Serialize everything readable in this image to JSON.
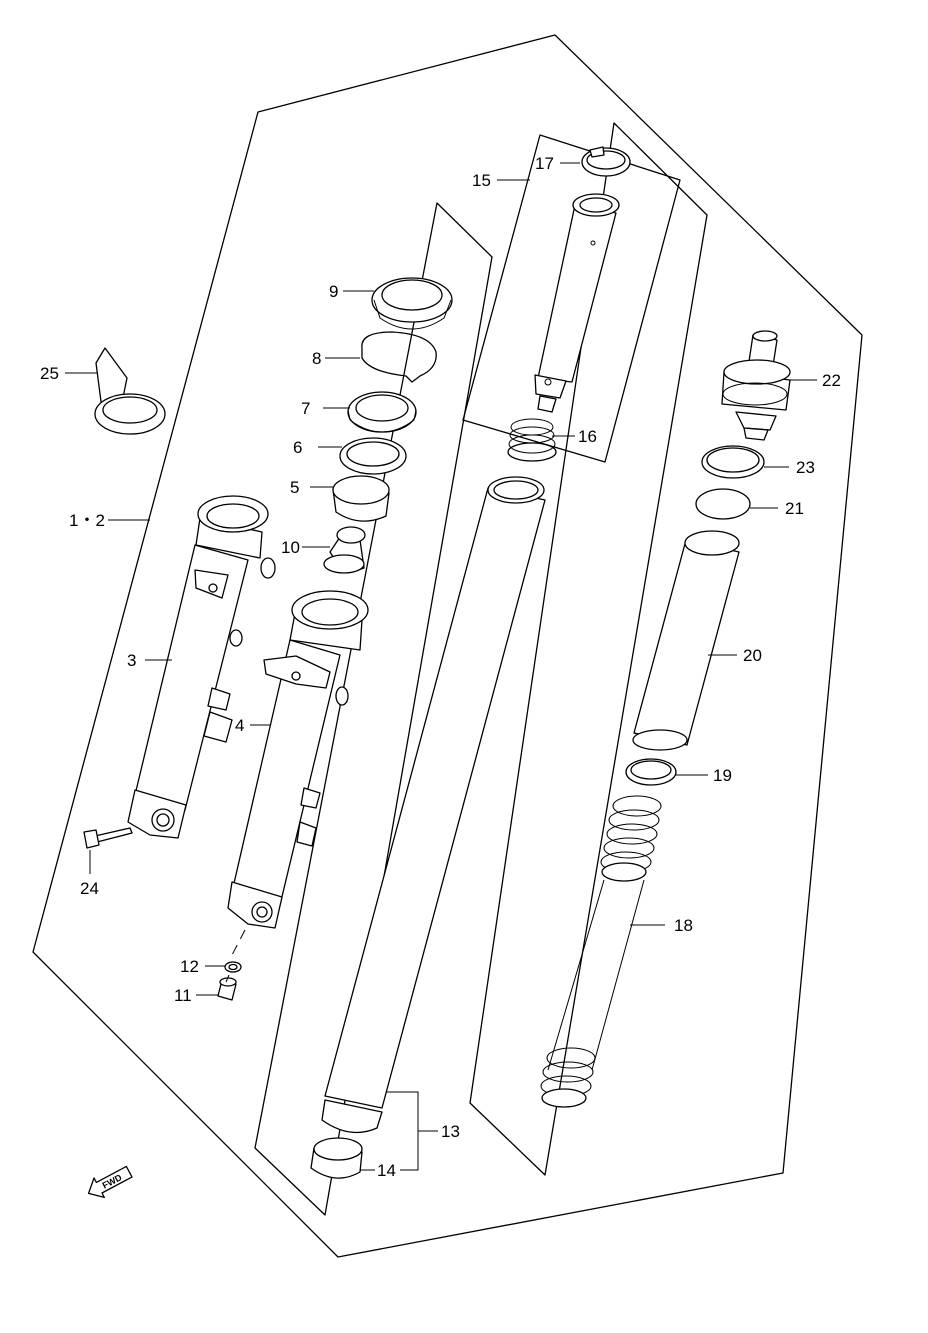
{
  "diagram": {
    "labels": {
      "p1_2": "1・2",
      "p3": "3",
      "p4": "4",
      "p5": "5",
      "p6": "6",
      "p7": "7",
      "p8": "8",
      "p9": "9",
      "p10": "10",
      "p11": "11",
      "p12": "12",
      "p13": "13",
      "p14": "14",
      "p15": "15",
      "p16": "16",
      "p17": "17",
      "p18": "18",
      "p19": "19",
      "p20": "20",
      "p21": "21",
      "p22": "22",
      "p23": "23",
      "p24": "24",
      "p25": "25"
    },
    "direction_badge": "FWD"
  }
}
